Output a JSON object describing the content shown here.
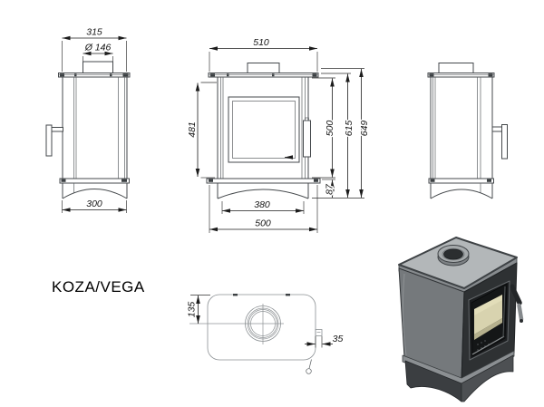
{
  "title": "KOZA/VEGA",
  "dims": {
    "side": {
      "top_depth": "315",
      "flue_diameter": "Ø 146",
      "base_depth": "300"
    },
    "front": {
      "top_width": "510",
      "door_height": "481",
      "firebox_height": "500",
      "body_height": "615",
      "total_height": "649",
      "base_height": "87",
      "door_width": "380",
      "total_width": "500"
    },
    "top": {
      "flue_offset": "135",
      "air_inlet": "35"
    }
  },
  "colors": {
    "line": "#1c1c1c",
    "outline": "#45494c",
    "steel_light": "#b3b7b9",
    "steel_mid": "#75797c",
    "steel_dark": "#2e3133",
    "firebrick": "#d8d3af"
  }
}
